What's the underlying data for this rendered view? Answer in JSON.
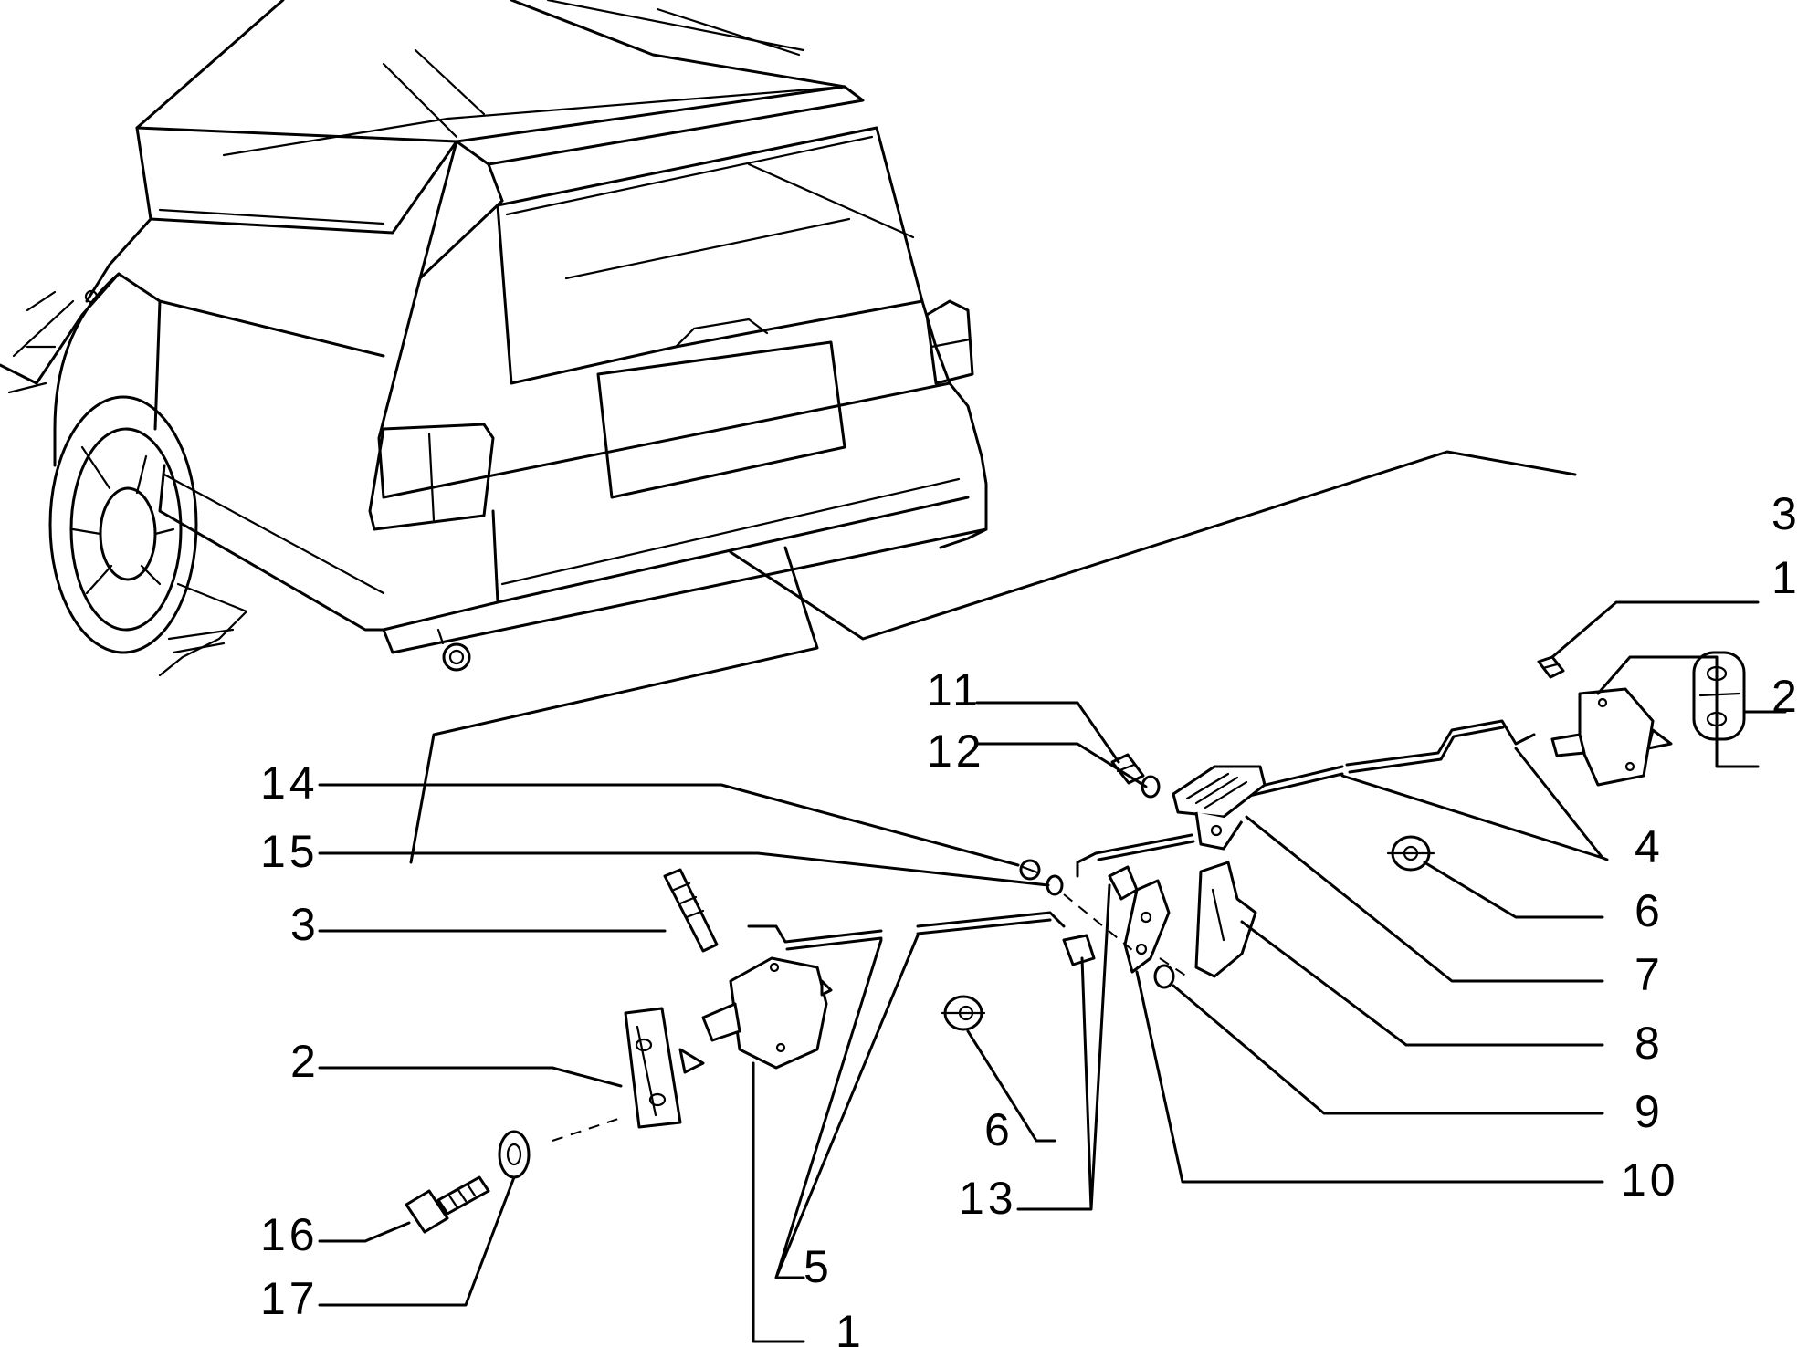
{
  "callouts": {
    "c11": "11",
    "c12": "12",
    "c14": "14",
    "c15": "15",
    "c3_left": "3",
    "c2_left": "2",
    "c16": "16",
    "c17": "17",
    "c5": "5",
    "c1_bottom": "1",
    "c6_mid": "6",
    "c13": "13",
    "c3_right": "3",
    "c1_right": "1",
    "c2_right": "2",
    "c4": "4",
    "c6_right": "6",
    "c7": "7",
    "c8": "8",
    "c9": "9",
    "c10": "10"
  }
}
